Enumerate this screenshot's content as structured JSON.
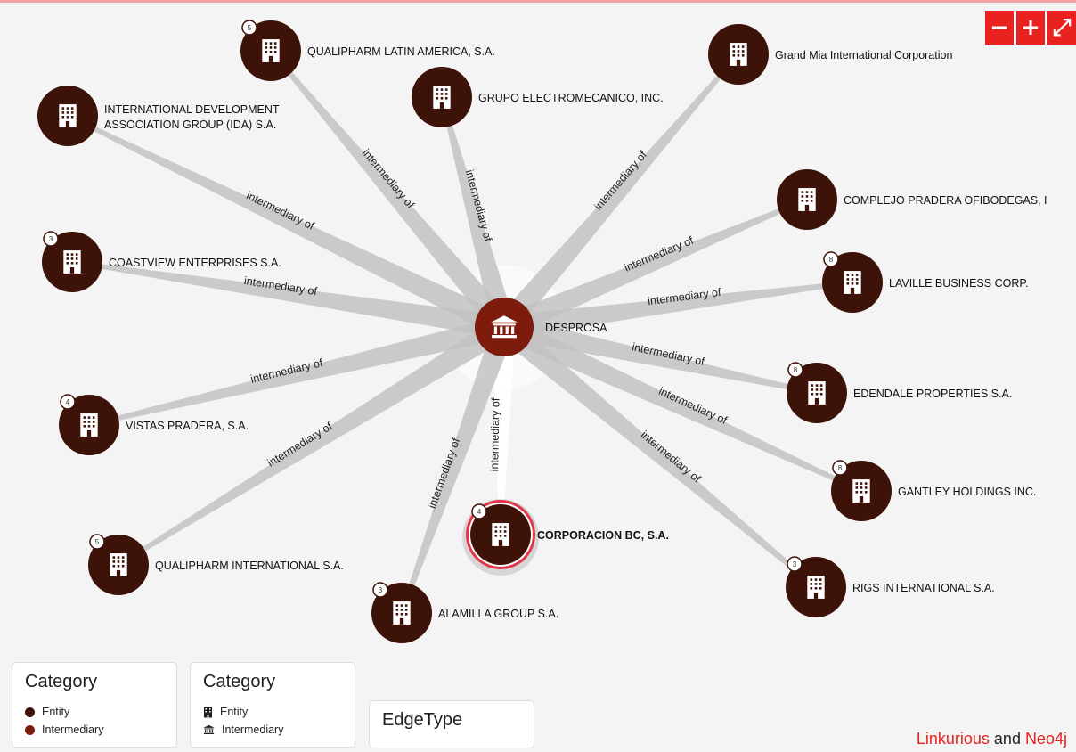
{
  "colors": {
    "entity": "#3d1208",
    "intermediary": "#7d1b0c",
    "edge": "#c2c2c2",
    "selected_ring": "#e6344a",
    "zoom_button": "#e8221f",
    "credit_accent": "#e8221f"
  },
  "zoom_controls": {
    "zoom_out": "−",
    "zoom_in": "+",
    "fullscreen": "⤢"
  },
  "graph": {
    "center": {
      "label": "DESPROSA",
      "category": "Intermediary",
      "icon": "bank-icon"
    },
    "edge_label": "intermediary of",
    "nodes": [
      {
        "label": "QUALIPHARM LATIN AMERICA, S.A.",
        "badge": "5",
        "category": "Entity",
        "icon": "building-icon"
      },
      {
        "label": "GRUPO ELECTROMECANICO, INC.",
        "badge": "",
        "category": "Entity",
        "icon": "building-icon"
      },
      {
        "label": "Grand Mia International Corporation",
        "badge": "",
        "category": "Entity",
        "icon": "building-icon"
      },
      {
        "label_lines": [
          "INTERNATIONAL DEVELOPMENT",
          "ASSOCIATION GROUP (IDA) S.A."
        ],
        "badge": "",
        "category": "Entity",
        "icon": "building-icon"
      },
      {
        "label": "COMPLEJO PRADERA OFIBODEGAS, I",
        "badge": "",
        "category": "Entity",
        "icon": "building-icon"
      },
      {
        "label": "COASTVIEW ENTERPRISES S.A.",
        "badge": "3",
        "category": "Entity",
        "icon": "building-icon"
      },
      {
        "label": "LAVILLE BUSINESS CORP.",
        "badge": "8",
        "category": "Entity",
        "icon": "building-icon"
      },
      {
        "label": "EDENDALE PROPERTIES S.A.",
        "badge": "8",
        "category": "Entity",
        "icon": "building-icon"
      },
      {
        "label": "VISTAS PRADERA, S.A.",
        "badge": "4",
        "category": "Entity",
        "icon": "building-icon"
      },
      {
        "label": "GANTLEY HOLDINGS INC.",
        "badge": "8",
        "category": "Entity",
        "icon": "building-icon"
      },
      {
        "label": "CORPORACION BC, S.A.",
        "badge": "4",
        "category": "Entity",
        "icon": "building-icon",
        "selected": true
      },
      {
        "label": "QUALIPHARM INTERNATIONAL S.A.",
        "badge": "5",
        "category": "Entity",
        "icon": "building-icon"
      },
      {
        "label": "RIGS INTERNATIONAL S.A.",
        "badge": "3",
        "category": "Entity",
        "icon": "building-icon"
      },
      {
        "label": "ALAMILLA GROUP S.A.",
        "badge": "3",
        "category": "Entity",
        "icon": "building-icon"
      }
    ]
  },
  "legend_color": {
    "title": "Category",
    "items": [
      {
        "label": "Entity",
        "color": "#3d1208"
      },
      {
        "label": "Intermediary",
        "color": "#7d1b0c"
      }
    ]
  },
  "legend_icon": {
    "title": "Category",
    "items": [
      {
        "label": "Entity",
        "icon": "building-icon"
      },
      {
        "label": "Intermediary",
        "icon": "bank-icon"
      }
    ]
  },
  "legend_edge": {
    "title": "EdgeType"
  },
  "credit": {
    "part1": "Linkurious",
    "part2": " and ",
    "part3": "Neo4j"
  }
}
